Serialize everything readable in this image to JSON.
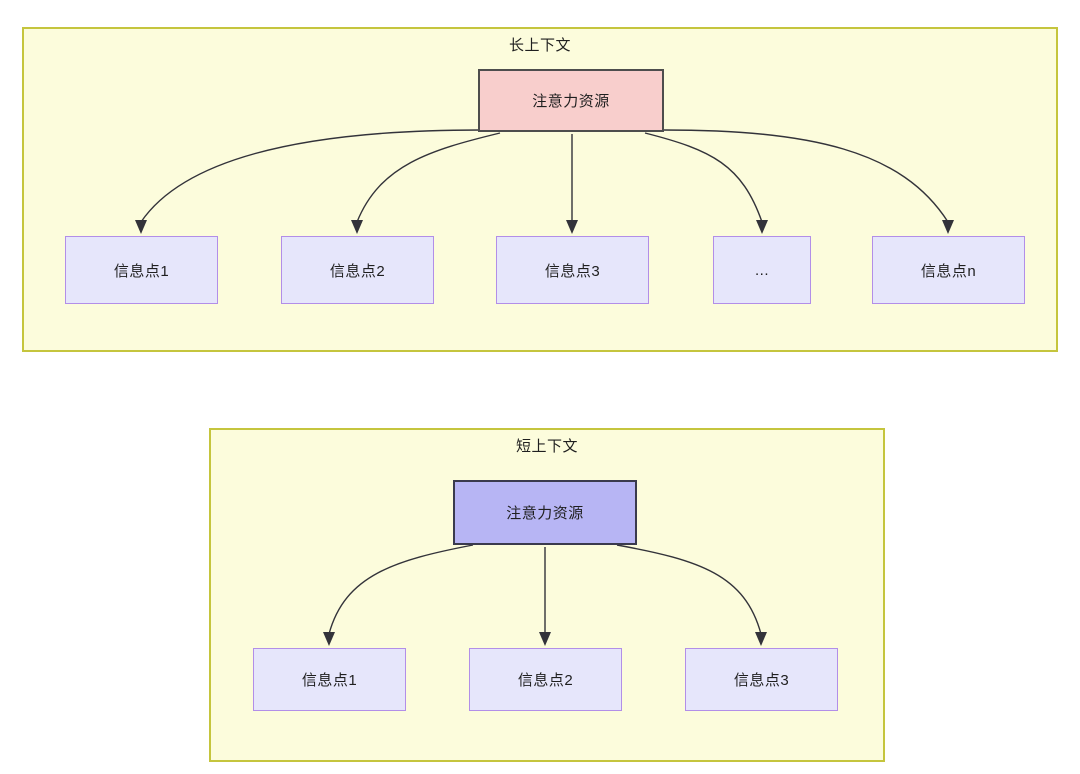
{
  "diagram": {
    "type": "flow-diagram",
    "panels": [
      {
        "id": "long-context",
        "title": "长上下文",
        "root": {
          "label": "注意力资源",
          "fill": "#f8cecc",
          "stroke": "#4d4d4d"
        },
        "children": [
          {
            "label": "信息点1"
          },
          {
            "label": "信息点2"
          },
          {
            "label": "信息点3"
          },
          {
            "label": "..."
          },
          {
            "label": "信息点n"
          }
        ],
        "panel_fill": "#fcfcdc",
        "panel_stroke": "#c5c53d",
        "child_fill": "#e6e6fb",
        "child_stroke": "#b28ee8"
      },
      {
        "id": "short-context",
        "title": "短上下文",
        "root": {
          "label": "注意力资源",
          "fill": "#b7b5f4",
          "stroke": "#3a3a4d"
        },
        "children": [
          {
            "label": "信息点1"
          },
          {
            "label": "信息点2"
          },
          {
            "label": "信息点3"
          }
        ],
        "panel_fill": "#fcfcdc",
        "panel_stroke": "#c5c53d",
        "child_fill": "#e6e6fb",
        "child_stroke": "#b28ee8"
      }
    ]
  }
}
